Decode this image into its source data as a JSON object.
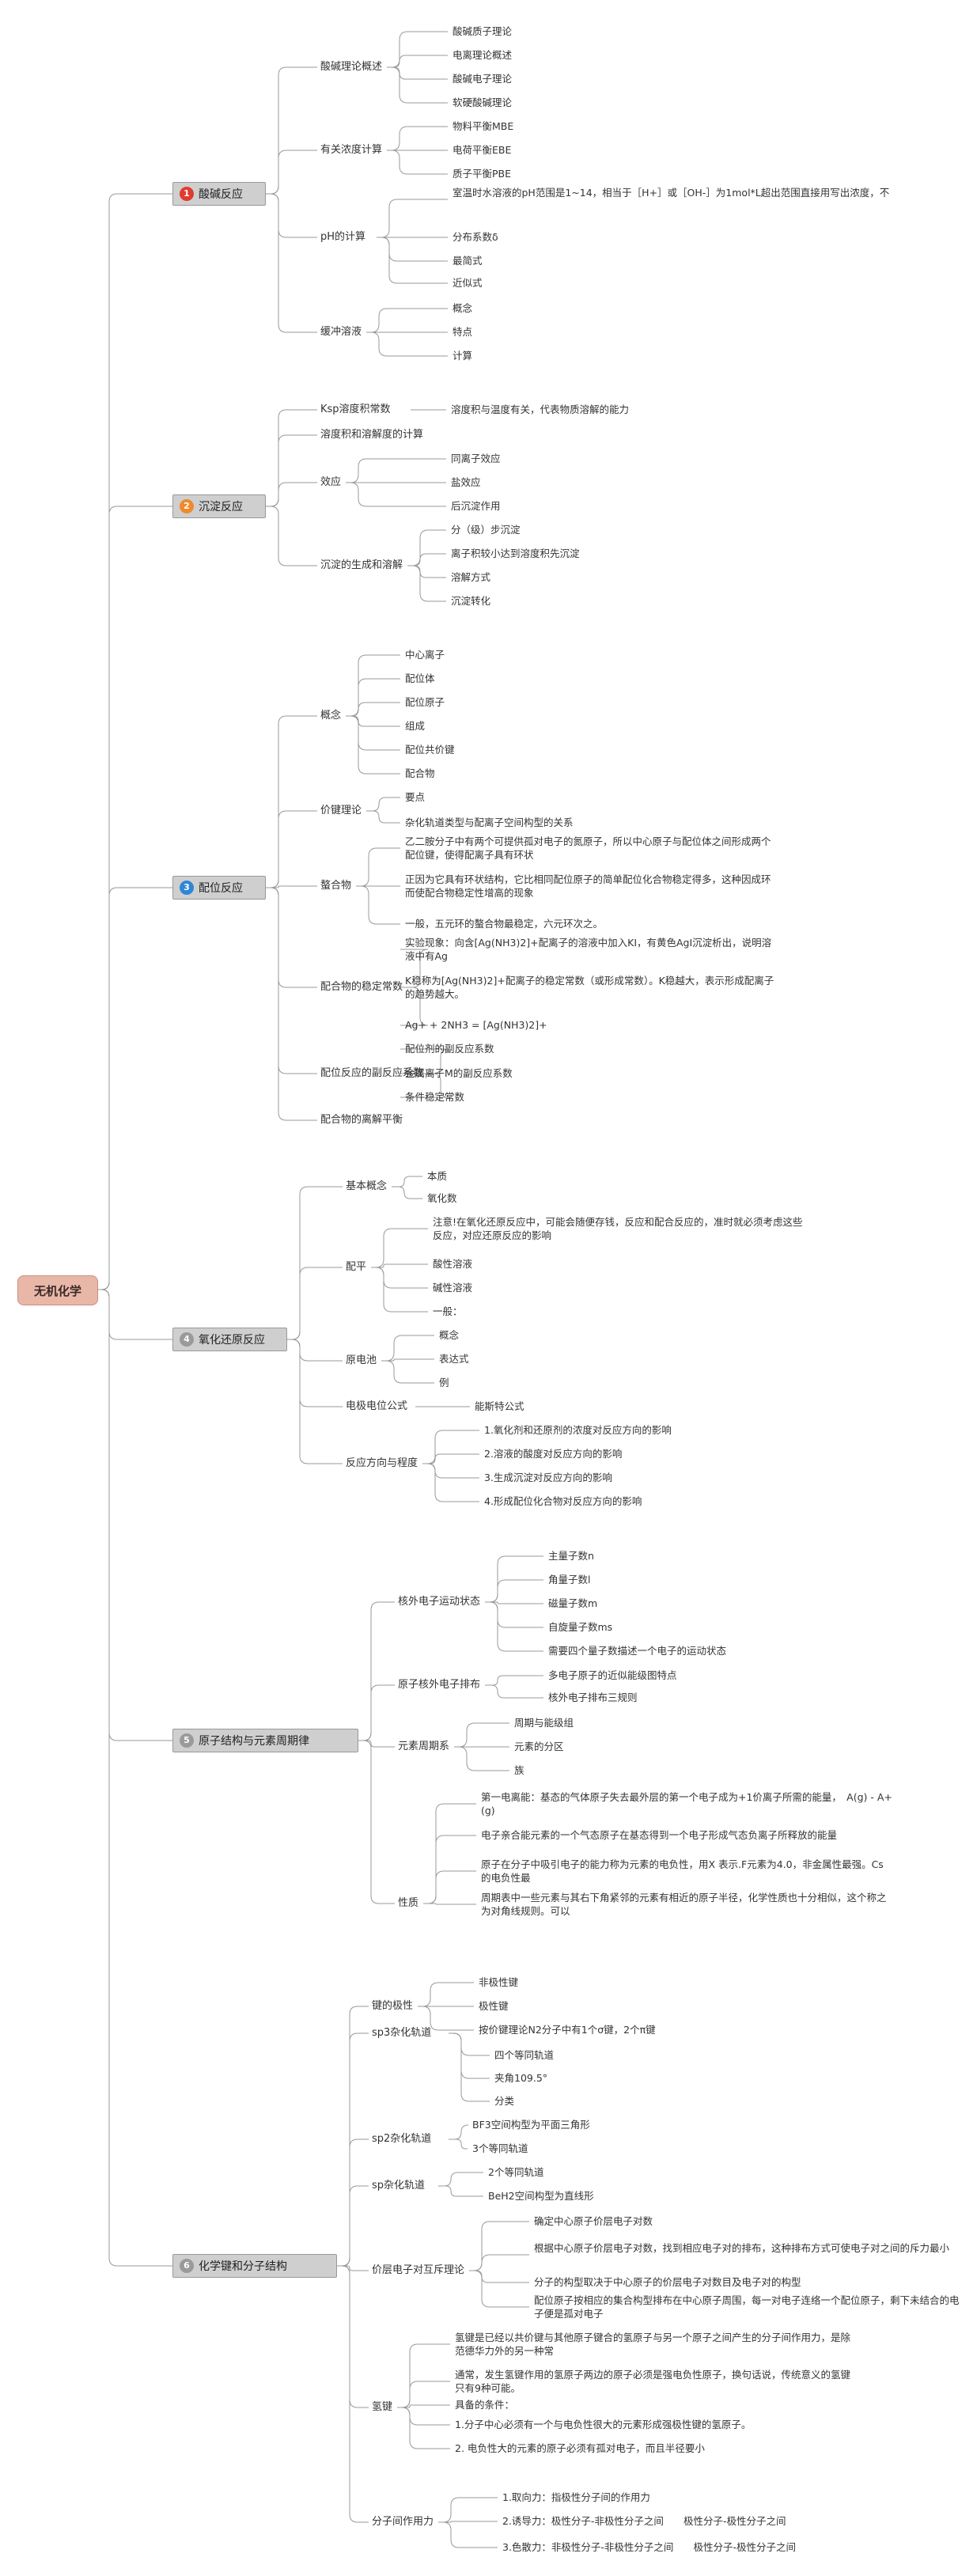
{
  "root": "无机化学",
  "cats": [
    {
      "num": "1",
      "title": "酸碱反应",
      "color": "#e23b2e",
      "subs": [
        {
          "t": "酸碱理论概述",
          "leaves": [
            "酸碱质子理论",
            "电离理论概述",
            "酸碱电子理论",
            "软硬酸碱理论"
          ]
        },
        {
          "t": "有关浓度计算",
          "leaves": [
            "物料平衡MBE",
            "电荷平衡EBE",
            "质子平衡PBE"
          ]
        },
        {
          "t": "pH的计算",
          "leaves": [
            "室温时水溶液的pH范围是1~14，相当于［H+］或［OH-］为1mol*L超出范围直接用写出浓度，不",
            "分布系数δ",
            "最简式",
            "近似式"
          ]
        },
        {
          "t": "缓冲溶液",
          "leaves": [
            "概念",
            "特点",
            "计算"
          ]
        }
      ]
    },
    {
      "num": "2",
      "title": "沉淀反应",
      "color": "#f08a2a",
      "subs": [
        {
          "t": "Ksp溶度积常数",
          "leaves": [
            "溶度积与温度有关，代表物质溶解的能力"
          ]
        },
        {
          "t": "溶度积和溶解度的计算",
          "leaves": []
        },
        {
          "t": "效应",
          "leaves": [
            "同离子效应",
            "盐效应",
            "后沉淀作用"
          ]
        },
        {
          "t": "沉淀的生成和溶解",
          "leaves": [
            "分（级）步沉淀",
            "离子积较小达到溶度积先沉淀",
            "溶解方式",
            "沉淀转化"
          ]
        }
      ]
    },
    {
      "num": "3",
      "title": "配位反应",
      "color": "#2f86d6",
      "subs": [
        {
          "t": "概念",
          "leaves": [
            "中心离子",
            "配位体",
            "配位原子",
            "组成",
            "配位共价键",
            "配合物"
          ]
        },
        {
          "t": "价键理论",
          "leaves": [
            "要点",
            "杂化轨道类型与配离子空间构型的关系"
          ]
        },
        {
          "t": "螯合物",
          "leaves": [
            "乙二胺分子中有两个可提供孤对电子的氮原子，所以中心原子与配位体之间形成两个配位键，使得配离子具有环状",
            "正因为它具有环状结构，它比相同配位原子的简单配位化合物稳定得多，这种因成环而使配合物稳定性增高的现象",
            "一般，五元环的螯合物最稳定，六元环次之。"
          ]
        },
        {
          "t": "配合物的稳定常数",
          "leaves": [
            "实验现象：向含[Ag(NH3)2]+配离子的溶液中加入KI，有黄色AgI沉淀析出，说明溶液中有Ag",
            "K稳称为[Ag(NH3)2]+配离子的稳定常数（或形成常数）。K稳越大，表示形成配离子的趋势越大。",
            "Ag+ + 2NH3 = [Ag(NH3)2]+"
          ]
        },
        {
          "t": "配位反应的副反应系数",
          "leaves": [
            "配位剂的副反应系数",
            "金属离子M的副反应系数",
            "条件稳定常数"
          ]
        },
        {
          "t": "配合物的离解平衡",
          "leaves": []
        }
      ]
    },
    {
      "num": "4",
      "title": "氧化还原反应",
      "color": "#9a9a9a",
      "subs": [
        {
          "t": "基本概念",
          "leaves": [
            "本质",
            "氧化数"
          ]
        },
        {
          "t": "配平",
          "leaves": [
            "注意!在氧化还原反应中，可能会随便存钱，反应和配合反应的，准时就必须考虑这些反应，对应还原反应的影响",
            "酸性溶液",
            "碱性溶液",
            "一般："
          ]
        },
        {
          "t": "原电池",
          "leaves": [
            "概念",
            "表达式",
            "例"
          ]
        },
        {
          "t": "电极电位公式",
          "leaves": [
            "能斯特公式"
          ]
        },
        {
          "t": "反应方向与程度",
          "leaves": [
            "1.氧化剂和还原剂的浓度对反应方向的影响",
            "2.溶液的酸度对反应方向的影响",
            "3.生成沉淀对反应方向的影响",
            "4.形成配位化合物对反应方向的影响"
          ]
        }
      ]
    },
    {
      "num": "5",
      "title": "原子结构与元素周期律",
      "color": "#9a9a9a",
      "subs": [
        {
          "t": "核外电子运动状态",
          "leaves": [
            "主量子数n",
            "角量子数l",
            "磁量子数m",
            "自旋量子数ms",
            "需要四个量子数描述一个电子的运动状态"
          ]
        },
        {
          "t": "原子核外电子排布",
          "leaves": [
            "多电子原子的近似能级图特点",
            "核外电子排布三规则"
          ]
        },
        {
          "t": "元素周期系",
          "leaves": [
            "周期与能级组",
            "元素的分区",
            "族"
          ]
        },
        {
          "t": "性质",
          "leaves": [
            "第一电离能：基态的气体原子失去最外层的第一个电子成为+1价离子所需的能量，　A(g) - A+(g)",
            "电子亲合能元素的一个气态原子在基态得到一个电子形成气态负离子所释放的能量",
            "原子在分子中吸引电子的能力称为元素的电负性，用X 表示.F元素为4.0，非金属性最强。Cs的电负性最",
            "周期表中一些元素与其右下角紧邻的元素有相近的原子半径，化学性质也十分相似，这个称之为对角线规则。可以"
          ]
        }
      ]
    },
    {
      "num": "6",
      "title": "化学键和分子结构",
      "color": "#9a9a9a",
      "subs": [
        {
          "t": "键的极性",
          "leaves": [
            "非极性键",
            "极性键",
            "按价键理论N2分子中有1个σ键，2个π键"
          ]
        },
        {
          "t": "sp3杂化轨道",
          "leaves": [
            "四个等同轨道",
            "夹角109.5°",
            "分类"
          ]
        },
        {
          "t": "sp2杂化轨道",
          "leaves": [
            "BF3空间构型为平面三角形",
            "3个等同轨道"
          ]
        },
        {
          "t": "sp杂化轨道",
          "leaves": [
            "2个等同轨道",
            "BeH2空间构型为直线形"
          ]
        },
        {
          "t": "价层电子对互斥理论",
          "leaves": [
            "确定中心原子价层电子对数",
            "根据中心原子价层电子对数，找到相应电子对的排布，这种排布方式可使电子对之间的斥力最小",
            "分子的构型取决于中心原子的价层电子对数目及电子对的构型",
            "配位原子按相应的集合构型排布在中心原子周围，每一对电子连络一个配位原子，剩下未结合的电子便是孤对电子"
          ]
        },
        {
          "t": "氢键",
          "leaves": [
            "氢键是已经以共价键与其他原子键合的氢原子与另一个原子之间产生的分子间作用力，是除范德华力外的另一种常",
            "通常，发生氢键作用的氢原子两边的原子必须是强电负性原子，换句话说，传统意义的氢键只有9种可能。",
            "具备的条件：",
            "1.分子中心必须有一个与电负性很大的元素形成强极性键的氢原子。",
            "2. 电负性大的元素的原子必须有孤对电子，而且半径要小"
          ]
        },
        {
          "t": "分子间作用力",
          "leaves": [
            "1.取向力：指极性分子间的作用力",
            "2.诱导力：极性分子-非极性分子之间　　极性分子-极性分子之间",
            "3.色散力：非极性分子-非极性分子之间　　极性分子-极性分子之间"
          ]
        }
      ]
    }
  ]
}
